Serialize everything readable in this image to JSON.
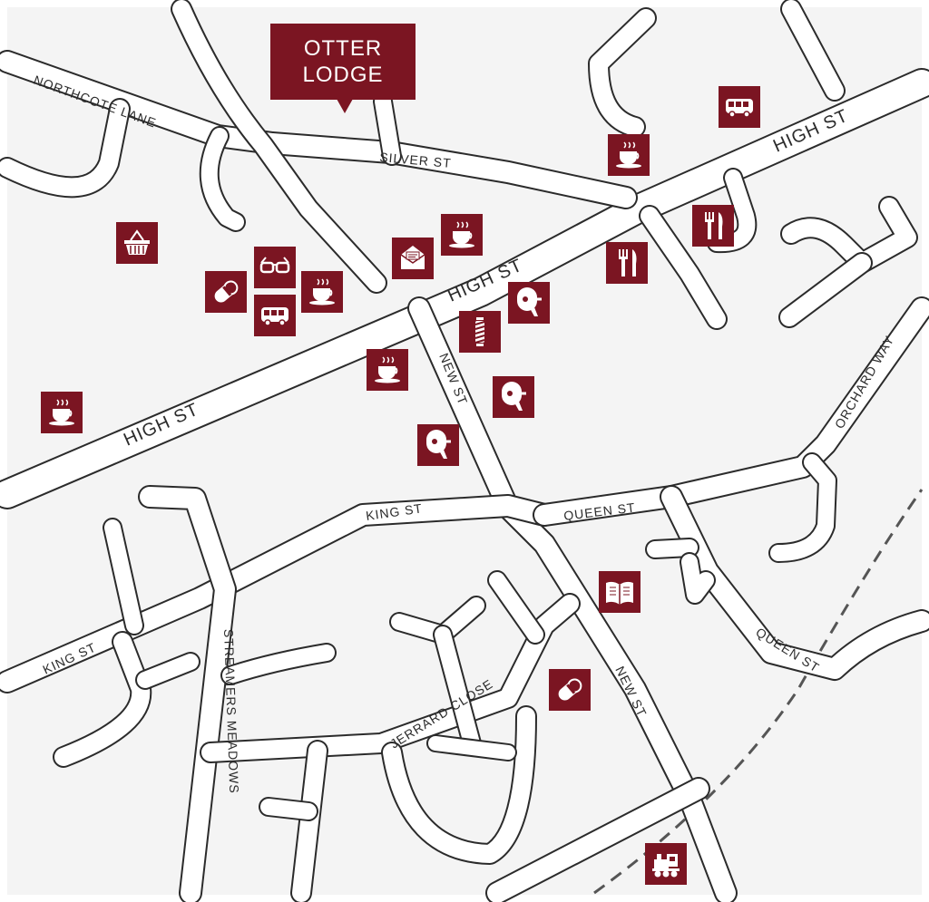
{
  "colors": {
    "poi_background": "#7b1522",
    "map_background": "#f4f4f4",
    "road_outline": "#2b2b2b",
    "road_fill": "#ffffff",
    "rail": "#555555"
  },
  "landmark": {
    "line1": "OTTER",
    "line2": "LODGE"
  },
  "street_labels": {
    "northcote_lane": "NORTHCOTE LANE",
    "silver_st": "SILVER ST",
    "high_st_ne": "HIGH ST",
    "high_st_center": "HIGH ST",
    "high_st_sw": "HIGH ST",
    "new_st_north": "NEW ST",
    "new_st_south": "NEW ST",
    "king_st_east": "KING ST",
    "king_st_west": "KING ST",
    "queen_st_north": "QUEEN ST",
    "queen_st_south": "QUEEN ST",
    "orchard_way": "ORCHARD WAY",
    "streamers_meadows": "STREAMERS MEADOWS",
    "jerrard_close": "JERRARD CLOSE"
  },
  "pois": [
    {
      "icon": "bus-icon"
    },
    {
      "icon": "cafe-icon"
    },
    {
      "icon": "cafe-icon"
    },
    {
      "icon": "restaurant-icon"
    },
    {
      "icon": "restaurant-icon"
    },
    {
      "icon": "shopping-basket-icon"
    },
    {
      "icon": "post-office-icon"
    },
    {
      "icon": "optician-icon"
    },
    {
      "icon": "pharmacy-icon"
    },
    {
      "icon": "cafe-icon"
    },
    {
      "icon": "bus-icon"
    },
    {
      "icon": "hairdresser-icon"
    },
    {
      "icon": "barber-icon"
    },
    {
      "icon": "cafe-icon"
    },
    {
      "icon": "hairdresser-icon"
    },
    {
      "icon": "cafe-icon"
    },
    {
      "icon": "hairdresser-icon"
    },
    {
      "icon": "library-icon"
    },
    {
      "icon": "pharmacy-icon"
    },
    {
      "icon": "railway-station-icon"
    }
  ]
}
